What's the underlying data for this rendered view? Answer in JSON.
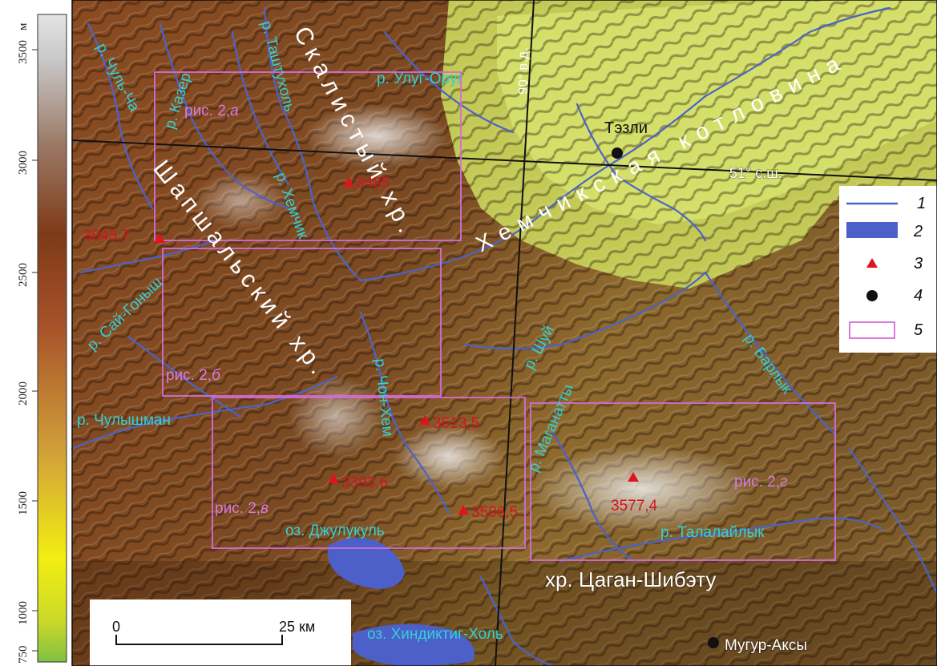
{
  "elevation_scale": {
    "unit": "м",
    "ticks": [
      "750",
      "1000",
      "1500",
      "2000",
      "2500",
      "3000",
      "3500"
    ]
  },
  "meridian": "90° в.д.",
  "parallel": "51° с.ш.",
  "ranges": {
    "skalisty": "Скалистый хр.",
    "shapshal": "Шапшальский хр.",
    "tsagan": "хр. Цаган-Шибэту",
    "basin": "Хемчикская котловина"
  },
  "rivers": {
    "chul_cha": "р. Чуль-Ча",
    "kazer": "р. Казер",
    "tashtuhol": "р. Таштухоль",
    "ulug_orug": "р. Улуг-Оруг",
    "hemchik": "р. Хемчик",
    "sai_gonysh": "р. Сай-Гоныш",
    "chulyshman": "р. Чулышман",
    "chon_hem": "р. Чон-Хем",
    "shui": "р. Шуй",
    "maganatty": "р. Маганатты",
    "barlyk": "р. Барлык",
    "talalailyk": "р. Талалайлык"
  },
  "lakes": {
    "dzhulukul": "оз. Джулукуль",
    "hindiktig": "оз. Хиндиктиг-Холь"
  },
  "peaks": [
    "3485",
    "3043,7",
    "3613,5",
    "3393,6",
    "3506,5",
    "3577,4"
  ],
  "settlements": {
    "teeli": "Тэзли",
    "mugur": "Мугур-Аксы"
  },
  "figure_frames": {
    "a_prefix": "рис. 2,",
    "a_letter": "а",
    "b_prefix": "рис. 2,",
    "b_letter": "б",
    "v_prefix": "рис. 2,",
    "v_letter": "в",
    "g_prefix": "рис. 2,",
    "g_letter": "г"
  },
  "scale_bar": {
    "start": "0",
    "end": "25 км"
  },
  "legend": [
    "1",
    "2",
    "3",
    "4",
    "5"
  ],
  "colors": {
    "river": "#4a63c8",
    "lake": "#4d5fc8",
    "peak": "#e0141e",
    "frame": "#d66bd6",
    "river_label": "#33d1d6"
  }
}
